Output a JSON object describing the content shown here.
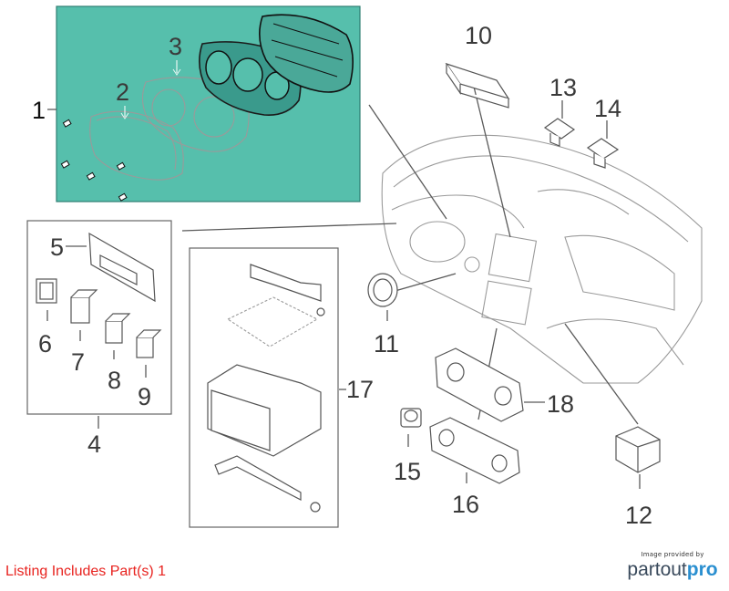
{
  "diagram": {
    "highlight_color": "#56bfac",
    "callouts": [
      "1",
      "2",
      "3",
      "4",
      "5",
      "6",
      "7",
      "8",
      "9",
      "10",
      "11",
      "12",
      "13",
      "14",
      "15",
      "16",
      "17",
      "18"
    ]
  },
  "footer": {
    "listing_note": "Listing Includes Part(s) 1",
    "note_color": "#e8231f"
  },
  "credit": {
    "provided_by": "Image provided by",
    "brand_part1": "partout",
    "brand_part2": "pro"
  }
}
